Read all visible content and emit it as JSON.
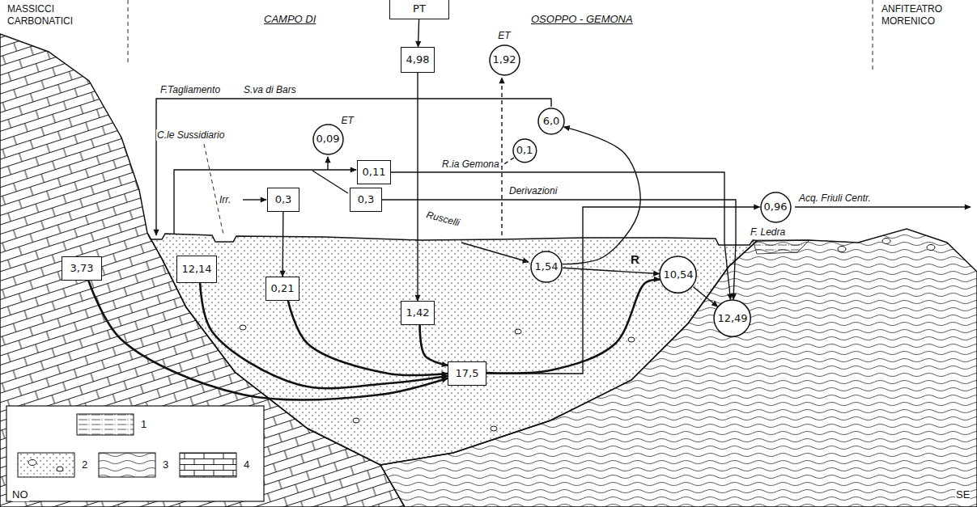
{
  "diagram": {
    "nodes": [
      {
        "text": [
          "PT"
        ]
      },
      {
        "text": [
          "4,98"
        ]
      },
      {
        "text": [
          "ET",
          "1,92"
        ]
      },
      {
        "text": [
          "6,0"
        ]
      },
      {
        "text": [
          "0,09",
          "ET"
        ]
      },
      {
        "text": [
          "0,1"
        ]
      },
      {
        "text": [
          "0,11"
        ]
      },
      {
        "text": [
          "0,3"
        ]
      },
      {
        "text": [
          "0,3"
        ]
      },
      {
        "text": [
          "0,96"
        ]
      },
      {
        "text": [
          "3,73"
        ]
      },
      {
        "text": [
          "12,14"
        ]
      },
      {
        "text": [
          "0,21"
        ]
      },
      {
        "text": [
          "1,54"
        ]
      },
      {
        "text": [
          "10,54"
        ]
      },
      {
        "text": [
          "1,42"
        ]
      },
      {
        "text": [
          "12,49"
        ]
      },
      {
        "text": [
          "17,5"
        ]
      }
    ],
    "edges": [
      {
        "from": 0,
        "to": 1,
        "arrow": "to"
      },
      {
        "from": 1,
        "to": 15,
        "arrow": "to"
      },
      {
        "from": 10,
        "to": 17,
        "arrow": "to"
      },
      {
        "from": 11,
        "to": 17,
        "arrow": "to"
      },
      {
        "from": 12,
        "to": 17,
        "arrow": "to"
      },
      {
        "from": 15,
        "to": 17,
        "arrow": "to"
      },
      {
        "from": 7,
        "to": 12,
        "arrow": "to"
      },
      {
        "from": 13,
        "to": 3,
        "arrow": "to"
      },
      {
        "from": 13,
        "to": 14,
        "arrow": "to"
      },
      {
        "from": 17,
        "to": 14,
        "arrow": "to"
      },
      {
        "from": 17,
        "to": 9,
        "arrow": "to"
      },
      {
        "from": 14,
        "to": 16,
        "arrow": "to"
      },
      {
        "from": 6,
        "to": 16,
        "label": "R.ia Gemona",
        "arrow": "to"
      },
      {
        "from": 8,
        "to": 16,
        "label": "Derivazioni",
        "arrow": "to"
      }
    ],
    "labels": [
      "MASSICCI CARBONATICI",
      "CAMPO DI",
      "OSOPPO - GEMONA",
      "ANFITEATRO MORENICO",
      "F.Tagliamento",
      "S.va di Bars",
      "C.le Sussidiario",
      "Irr.",
      "Ruscelli",
      "R",
      "Acq. Friuli Centr.",
      "F. Ledra",
      "NO",
      "SE"
    ],
    "legend": [
      {
        "text": "1"
      },
      {
        "text": "2"
      },
      {
        "text": "3"
      },
      {
        "text": "4"
      }
    ]
  }
}
